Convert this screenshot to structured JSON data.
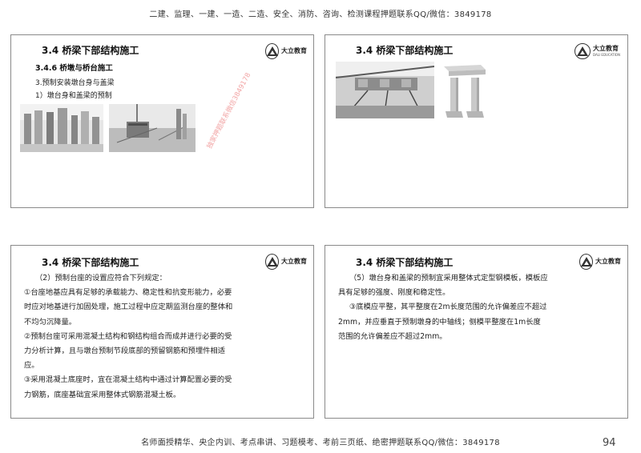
{
  "header_banner": "二建、监理、一建、一造、二造、安全、消防、咨询、检测课程押题联系QQ/微信：3849178",
  "footer_banner": "名师面授精华、央企内训、考点串讲、习题模考、考前三页纸、绝密押题联系QQ/微信：3849178",
  "page_number": "94",
  "watermark": "独家押题联系微信3849178",
  "logo": {
    "cn": "大立教育",
    "en": "DALI EDUCATION"
  },
  "slides": [
    {
      "title": "3.4  桥梁下部结构施工",
      "subheading": "3.4.6  桥墩与桥台施工",
      "line1": "3.预制安装墩台身与盖梁",
      "line2": "1）墩台身和盖梁的预制"
    },
    {
      "title": "3.4  桥梁下部结构施工"
    },
    {
      "title": "3.4  桥梁下部结构施工",
      "paragraphs": [
        "（2）预制台座的设置应符合下列规定：",
        "①台座地基应具有足够的承载能力、稳定性和抗变形能力，必要时应对地基进行加固处理，施工过程中应定期监测台座的整体和不均匀沉降量。",
        "②预制台座可采用混凝土结构和钢结构组合而成并进行必要的受力分析计算，且与墩台预制节段底部的预留钢筋和预埋件相适应。",
        "③采用混凝土底座时，宜在混凝土结构中通过计算配置必要的受力钢筋，底座基础宜采用整体式钢筋混凝土板。"
      ]
    },
    {
      "title": "3.4  桥梁下部结构施工",
      "paragraphs": [
        "（5）墩台身和盖梁的预制宜采用整体式定型钢模板，模板应具有足够的强度、刚度和稳定性。",
        "③底模应平整，其平整度在2m长度范围的允许偏差应不超过2mm，并应垂直于预制墩身的中轴线；侧模平整度在1m长度范围的允许偏差应不超过2mm。"
      ]
    }
  ]
}
